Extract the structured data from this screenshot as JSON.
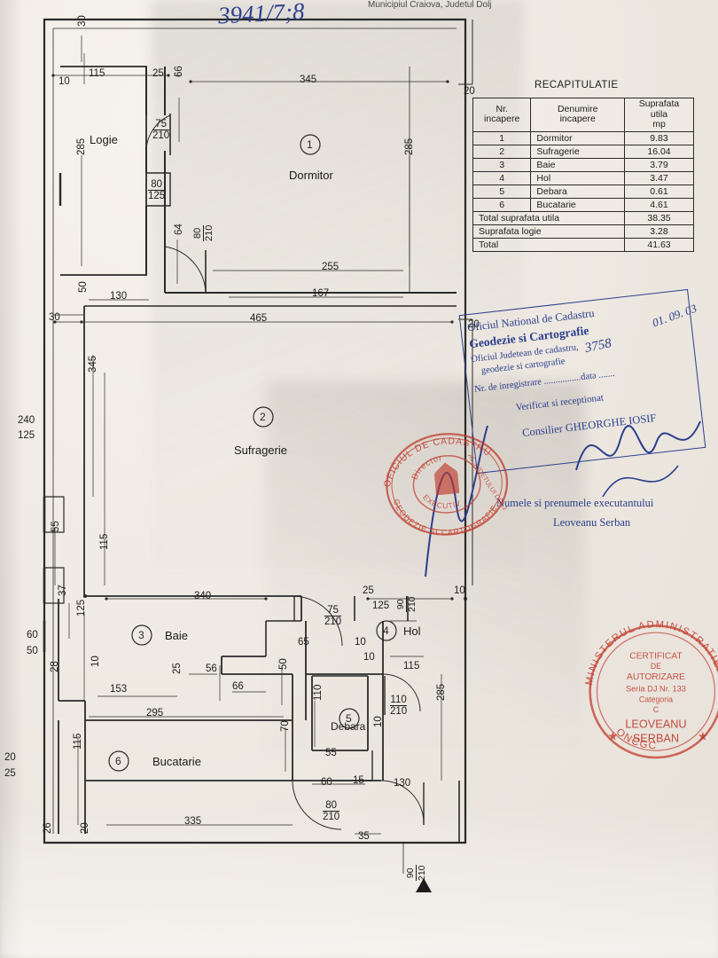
{
  "doc": {
    "header_note": "Municipiul Craiova, Judetul Dolj",
    "hand_number": "3941/7;8",
    "north_marker": "▲"
  },
  "recap": {
    "title": "RECAPITULATIE",
    "columns": [
      "Nr. incapere",
      "Denumire incapere",
      "Suprafata utila mp"
    ],
    "col_nr_line1": "Nr.",
    "col_nr_line2": "incapere",
    "col_den_line1": "Denumire",
    "col_den_line2": "incapere",
    "col_sup_line1": "Suprafata",
    "col_sup_line2": "utila",
    "col_sup_line3": "mp",
    "rows": [
      {
        "nr": "1",
        "name": "Dormitor",
        "area": "9.83"
      },
      {
        "nr": "2",
        "name": "Sufragerie",
        "area": "16.04"
      },
      {
        "nr": "3",
        "name": "Baie",
        "area": "3.79"
      },
      {
        "nr": "4",
        "name": "Hol",
        "area": "3.47"
      },
      {
        "nr": "5",
        "name": "Debara",
        "area": "0.61"
      },
      {
        "nr": "6",
        "name": "Bucatarie",
        "area": "4.61"
      }
    ],
    "totals": [
      {
        "label": "Total suprafata utila",
        "value": "38.35"
      },
      {
        "label": "Suprafata logie",
        "value": "3.28"
      },
      {
        "label": "Total",
        "value": "41.63"
      }
    ]
  },
  "rooms": [
    {
      "num": "1",
      "label": "Dormitor"
    },
    {
      "num": "2",
      "label": "Sufragerie"
    },
    {
      "num": "3",
      "label": "Baie"
    },
    {
      "num": "4",
      "label": "Hol"
    },
    {
      "num": "5",
      "label": "Debara"
    },
    {
      "num": "6",
      "label": "Bucatarie"
    },
    {
      "num": "",
      "label": "Logie"
    }
  ],
  "dimensions": {
    "top": [
      "30",
      "115",
      "25",
      "66",
      "345",
      "20",
      "10"
    ],
    "left_upper": [
      "285",
      "285",
      "64",
      "50",
      "30",
      "345",
      "115"
    ],
    "mid": [
      "255",
      "167",
      "130",
      "465",
      "20"
    ],
    "left_side": [
      "240",
      "125",
      "55",
      "37",
      "60",
      "50",
      "28",
      "10",
      "125",
      "115",
      "20",
      "26",
      "20",
      "25"
    ],
    "lower": [
      "340",
      "25",
      "125",
      "65",
      "10",
      "10",
      "115",
      "56",
      "66",
      "50",
      "153",
      "25",
      "295",
      "110",
      "70",
      "55",
      "60",
      "15",
      "130",
      "10",
      "335",
      "80",
      "35",
      "285",
      "110",
      "25"
    ]
  },
  "door_labels": [
    {
      "w": "75",
      "h": "210"
    },
    {
      "w": "80",
      "h": "125"
    },
    {
      "w": "80",
      "h": "210"
    },
    {
      "w": "75",
      "h": "210"
    },
    {
      "w": "110",
      "h": "210"
    },
    {
      "w": "90",
      "h": "210"
    },
    {
      "w": "90",
      "h": "210"
    },
    {
      "w": "80",
      "h": "210"
    }
  ],
  "stamp_box": {
    "line1": "Oficiul National de Cadastru",
    "line2": "Geodezie si Cartografie",
    "line3": "Oficiul Judetean de cadastru,",
    "line4": "geodezie si cartografie",
    "line5": "Nr. de inregistrare ................data .......",
    "line6": "Verificat si receptionat",
    "line7": "Consilier GHEORGHE IOSIF",
    "hand_reg": "3758",
    "hand_date": "01. 09. 03"
  },
  "executor": {
    "line1": "Numele si prenumele executantului",
    "line2": "Leoveanu Serban"
  },
  "round_stamp_1": {
    "outer_top": "OFICIUL DE CADASTRU",
    "outer_bottom": "GEODEZIE SI CARTOGRAFIE",
    "outer_right": "AL JUDETULUI DOLJ",
    "inner_top": "Director",
    "inner_bottom": "EXECUTIV"
  },
  "round_stamp_2": {
    "top": "MINISTERUL  ADMINISTRATIEI",
    "l1": "CERTIFICAT",
    "l2": "DE",
    "l3": "AUTORIZARE",
    "l4": "Seria DJ Nr. 133",
    "l5": "Categoria",
    "l6": "C",
    "name1": "LEOVEANU",
    "name2": "SERBAN",
    "bottom": "ONCGC"
  },
  "colors": {
    "ink": "#262626",
    "blue_ink": "#2b3f8c",
    "red_stamp": "#c0392b",
    "paper": "#efeae4"
  }
}
